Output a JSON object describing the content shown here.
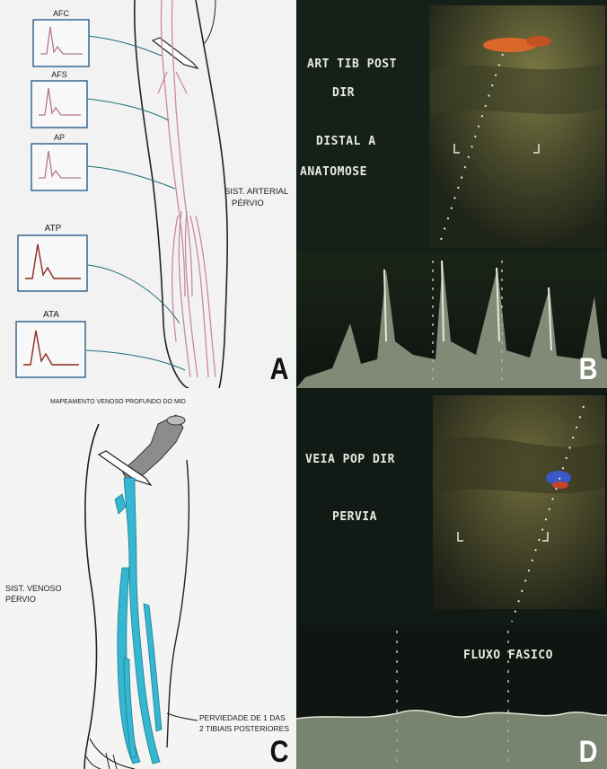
{
  "panelA": {
    "letter": "A",
    "boxes": [
      {
        "label": "AFC"
      },
      {
        "label": "AFS"
      },
      {
        "label": "AP"
      },
      {
        "label": "ATP"
      },
      {
        "label": "ATA"
      }
    ],
    "annotation": [
      "SIST. ARTERIAL",
      "PÉRVIO"
    ]
  },
  "panelB": {
    "letter": "B",
    "text": [
      "ART TIB POST",
      "DIR",
      "DISTAL A",
      "ANATOMOSE"
    ]
  },
  "panelC": {
    "letter": "C",
    "title": "MAPEAMENTO VENOSO PROFUNDO DO MID",
    "annotation_left": [
      "SIST. VENOSO",
      "PÉRVIO"
    ],
    "annotation_bottom": [
      "PERVIEDADE DE 1 DAS",
      "2 TIBIAIS POSTERIORES"
    ]
  },
  "panelD": {
    "letter": "D",
    "text": [
      "VEIA POP DIR",
      "PERVIA",
      "FLUXO FASICO"
    ]
  },
  "colors": {
    "artery": "#c98a9b",
    "vein": "#35b6d1",
    "grayvessel": "#8c8c8c",
    "box_border": "#2a5d8c",
    "wave_red": "#8b2b1e",
    "wave_pink": "#b27a8a"
  }
}
